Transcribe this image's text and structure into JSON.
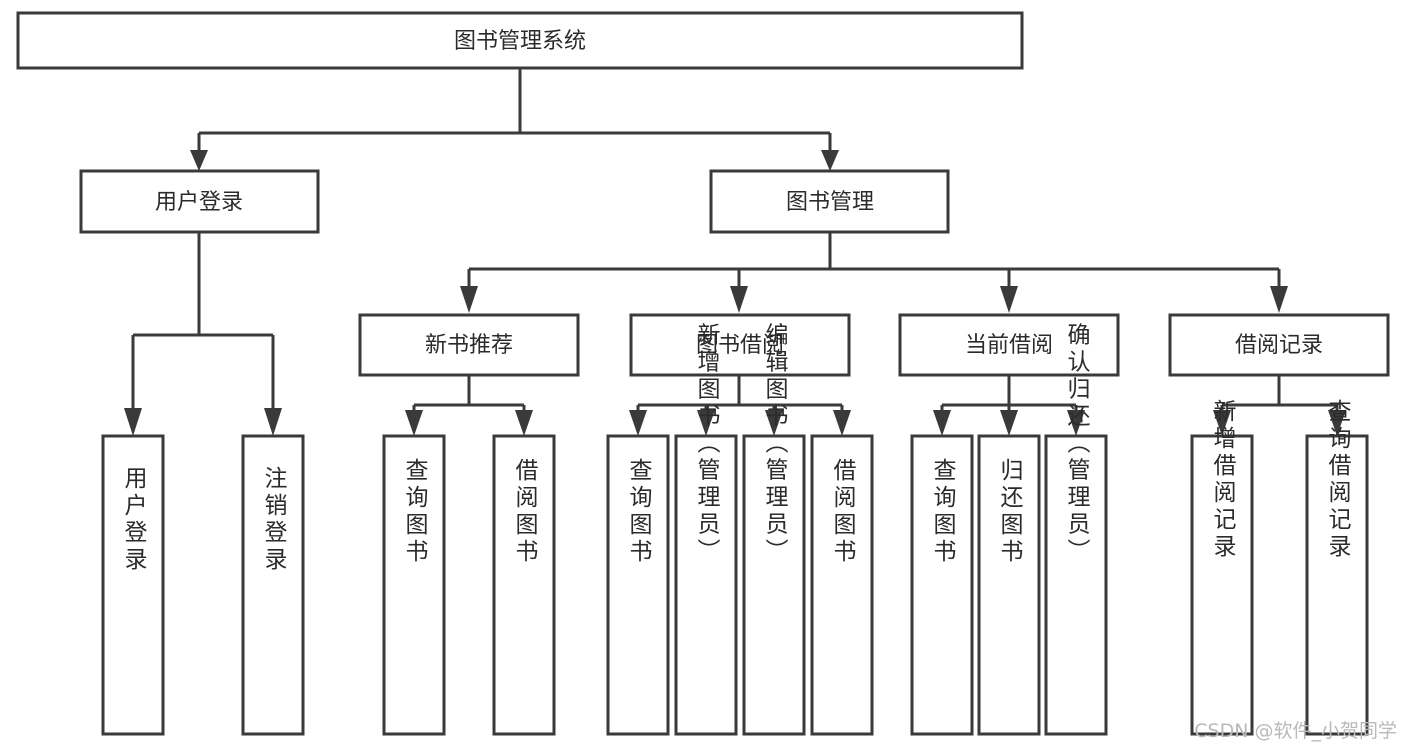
{
  "diagram": {
    "type": "tree-hierarchy-chart",
    "title": "图书管理系统",
    "watermark": "CSDN @软件_小贺同学",
    "colors": {
      "box_stroke": "#3a3a3a",
      "box_fill": "#ffffff",
      "text": "#2b2b2b",
      "background": "#ffffff",
      "watermark": "#b9b9b9"
    },
    "levels": {
      "root": {
        "label": "图书管理系统"
      },
      "level2": [
        {
          "label": "用户登录"
        },
        {
          "label": "图书管理"
        }
      ],
      "level3": [
        {
          "label": "新书推荐"
        },
        {
          "label": "图书借阅"
        },
        {
          "label": "当前借阅"
        },
        {
          "label": "借阅记录"
        }
      ]
    },
    "nodes": {
      "root": "图书管理系统",
      "user_login": "用户登录",
      "book_manage": "图书管理",
      "new_book_rec": "新书推荐",
      "book_borrow": "图书借阅",
      "current_borrow": "当前借阅",
      "borrow_record": "借阅记录",
      "leaf_user_login": "用户登录",
      "leaf_logout": "注销登录",
      "leaf_query_book_1": "查询图书",
      "leaf_borrow_book_1": "借阅图书",
      "leaf_query_book_2": "查询图书",
      "leaf_add_book_admin": "新增图书（管理员）",
      "leaf_edit_book_admin": "编辑图书（管理员）",
      "leaf_borrow_book_2": "借阅图书",
      "leaf_query_book_3": "查询图书",
      "leaf_return_book": "归还图书",
      "leaf_confirm_return_admin": "确认归还（管理员）",
      "leaf_add_borrow_record": "新增借阅记录",
      "leaf_query_borrow_record": "查询借阅记录"
    },
    "groups": [
      {
        "parent": "用户登录",
        "children": [
          "用户登录",
          "注销登录"
        ]
      },
      {
        "parent": "新书推荐",
        "children": [
          "查询图书",
          "借阅图书"
        ]
      },
      {
        "parent": "图书借阅",
        "children": [
          "查询图书",
          "新增图书（管理员）",
          "编辑图书（管理员）",
          "借阅图书"
        ]
      },
      {
        "parent": "当前借阅",
        "children": [
          "查询图书",
          "归还图书",
          "确认归还（管理员）"
        ]
      },
      {
        "parent": "借阅记录",
        "children": [
          "新增借阅记录",
          "查询借阅记录"
        ]
      }
    ]
  }
}
